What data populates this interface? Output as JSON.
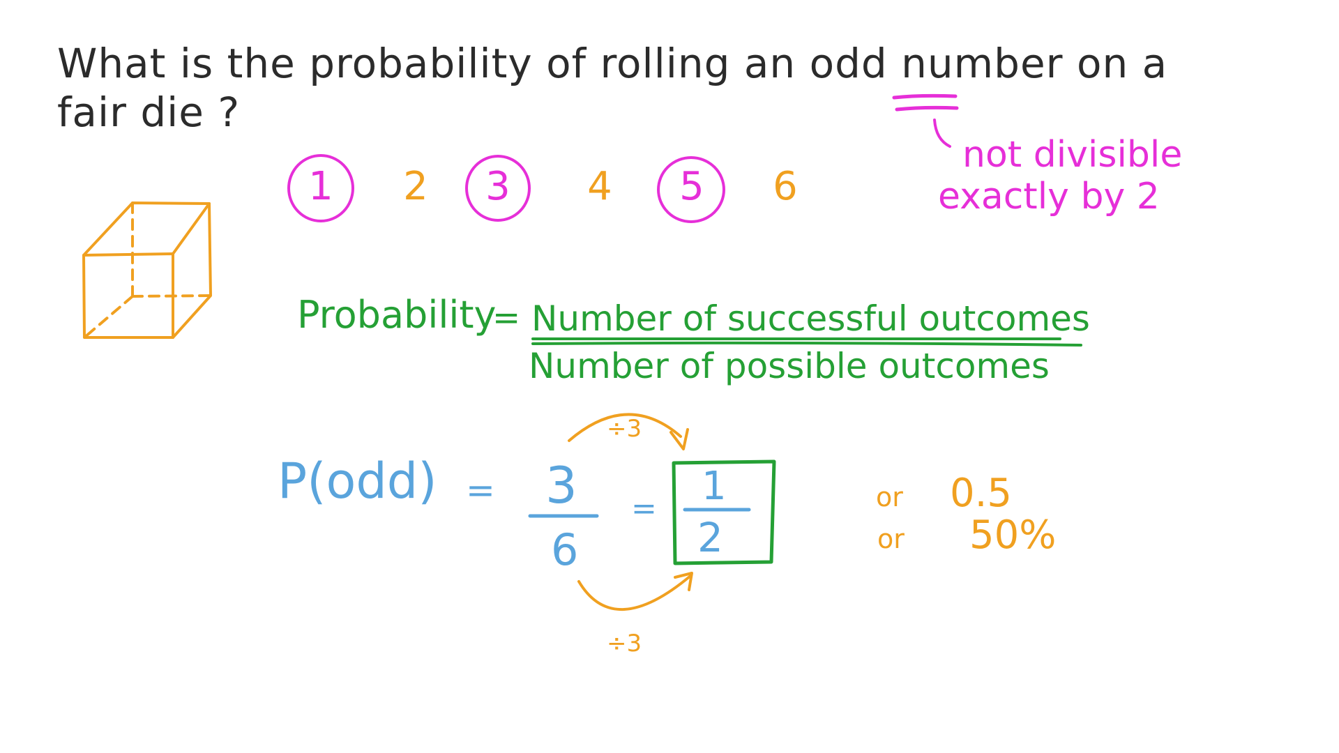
{
  "question": {
    "line1": "What is the probability of rolling an odd number on a",
    "line2": "fair die ?"
  },
  "outcomes": [
    "1",
    "2",
    "3",
    "4",
    "5",
    "6"
  ],
  "note": {
    "line1": "not divisible",
    "line2": "exactly by 2"
  },
  "formula": {
    "label": "Probability",
    "equals": "=",
    "numerator": "Number of successful outcomes",
    "denominator": "Number of possible outcomes"
  },
  "calculation": {
    "lhs": "P(odd)",
    "equals": "=",
    "numerator": "3",
    "denominator": "6",
    "equals2": "=",
    "result_numerator": "1",
    "result_denominator": "2",
    "divide_top": "÷3",
    "divide_bottom": "÷3"
  },
  "alternatives": {
    "or1": "or",
    "decimal": "0.5",
    "or2": "or",
    "percent": "50%"
  },
  "colors": {
    "black": "#2b2b2b",
    "magenta": "#e62fd8",
    "orange": "#f0a020",
    "green": "#25a035",
    "blue": "#5aa4dc"
  }
}
